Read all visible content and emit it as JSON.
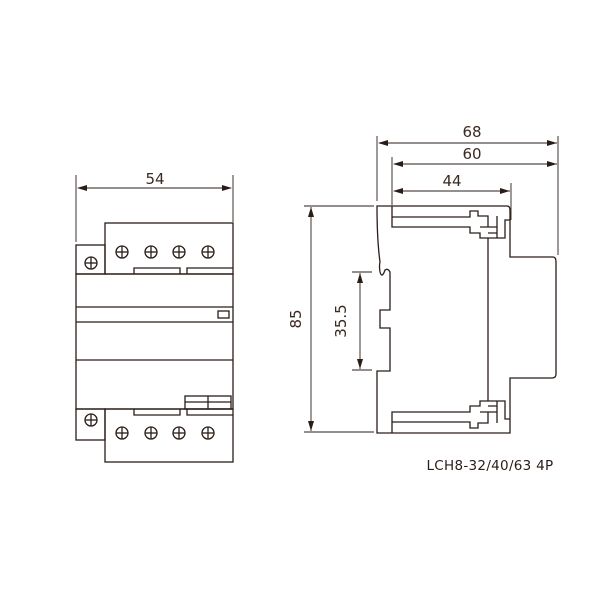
{
  "front_view": {
    "width_dim": "54"
  },
  "side_view": {
    "depth_dims": [
      "68",
      "60",
      "44"
    ],
    "height_dim": "85",
    "rail_dim": "35.5"
  },
  "model_label": "LCH8-32/40/63 4P",
  "colors": {
    "line": "#2a1d18",
    "background": "#ffffff"
  }
}
